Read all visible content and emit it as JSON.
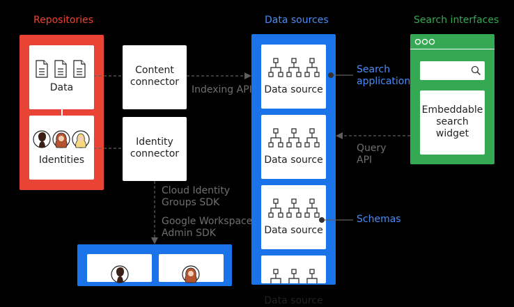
{
  "headers": {
    "repositories": "Repositories",
    "data_sources": "Data sources",
    "search_interfaces": "Search interfaces"
  },
  "repositories": {
    "data_label": "Data",
    "identities_label": "Identities"
  },
  "connectors": {
    "content": "Content\nconnector",
    "identity": "Identity\nconnector"
  },
  "data_sources": {
    "item_label": "Data source",
    "items": [
      "Data source",
      "Data source",
      "Data source",
      "Data source"
    ]
  },
  "search_interfaces": {
    "widget": "Embeddable\nsearch\nwidget"
  },
  "edge_labels": {
    "indexing_api": "Indexing API",
    "search_application": "Search\napplication",
    "query_api": "Query\nAPI",
    "schemas": "Schemas",
    "cloud_identity": "Cloud Identity\nGroups SDK",
    "workspace_admin": "Google Workspace\nAdmin SDK"
  },
  "colors": {
    "repositories": "#e84335",
    "data_sources": "#1a73e8",
    "search_interfaces": "#34a853",
    "edge_label": "#6f6f6f",
    "accent_text": "#4a8cf7"
  }
}
